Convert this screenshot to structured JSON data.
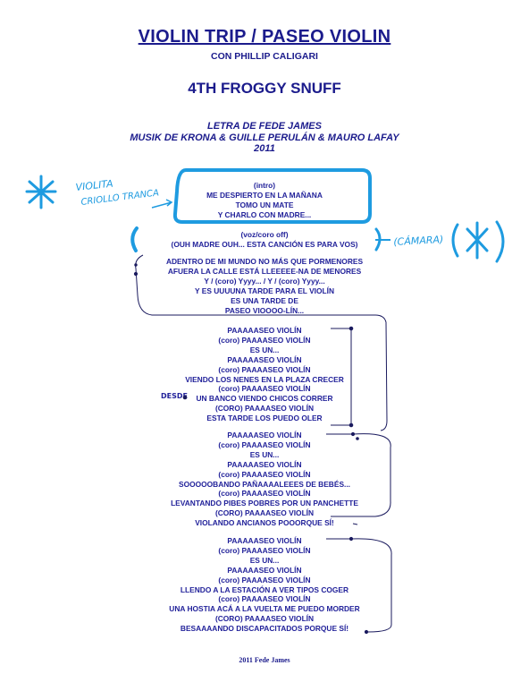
{
  "header": {
    "title": "VIOLIN TRIP / PASEO VIOLIN",
    "subtitle": "CON PHILLIP CALIGARI",
    "album": "4TH FROGGY SNUFF"
  },
  "credits": {
    "line1": "LETRA DE FEDE JAMES",
    "line2": "MUSIK DE KRONA & GUILLE PERULÁN & MAURO LAFAY",
    "line3": "2011"
  },
  "annotations": {
    "left_note_1": "VIOLITA",
    "left_note_2": "CRIOLLO TRANCA",
    "right_note": "(CÁMARA)",
    "margin_note": "DESDE"
  },
  "intro": [
    "(intro)",
    "ME DESPIERTO EN LA MAÑANA",
    "TOMO UN MATE",
    "Y CHARLO CON MADRE..."
  ],
  "voz": [
    "(voz/coro off)",
    "(OUH MADRE OUH... ESTA CANCIÓN ES PARA VOS)"
  ],
  "verse1": [
    "ADENTRO DE MI MUNDO NO MÁS QUE PORMENORES",
    "AFUERA LA CALLE ESTÁ LLEEEEE-NA DE MENORES",
    "Y / (coro) Yyyy... / Y / (coro) Yyyy...",
    "Y ES UUUUNA TARDE PARA EL VIOLÍN",
    "ES UNA TARDE DE",
    "PASEO VIOOOO-LÍN..."
  ],
  "chorus1": [
    "PAAAAASEO VIOLÍN",
    "(coro) PAAAASEO VIOLÍN",
    "ES UN...",
    "PAAAAASEO VIOLÍN",
    "(coro) PAAAASEO VIOLÍN",
    "VIENDO LOS NENES EN LA PLAZA CRECER",
    "(coro) PAAAASEO VIOLÍN",
    "UN BANCO VIENDO CHICOS CORRER",
    "(CORO) PAAAASEO VIOLÍN",
    "ESTA TARDE LOS PUEDO OLER"
  ],
  "chorus2": [
    "PAAAAASEO VIOLÍN",
    "(coro) PAAAASEO VIOLÍN",
    "ES UN...",
    "PAAAAASEO VIOLÍN",
    "(coro) PAAAASEO VIOLÍN",
    "SOOOOOBANDO PAÑAAAALEEES DE BEBÉS...",
    "(coro) PAAAASEO VIOLÍN",
    "LEVANTANDO PIBES POBRES POR UN PANCHETTE",
    "(CORO) PAAAASEO VIOLÍN",
    "VIOLANDO ANCIANOS POOORQUE SÍ!"
  ],
  "chorus3": [
    "PAAAAASEO VIOLÍN",
    "(coro) PAAAASEO VIOLÍN",
    "ES UN...",
    "PAAAAASEO VIOLÍN",
    "(coro) PAAAASEO VIOLÍN",
    "LLENDO A LA ESTACIÓN A VER TIPOS COGER",
    "(coro) PAAAASEO VIOLÍN",
    "UNA HOSTIA ACÁ A LA VUELTA ME PUEDO MORDER",
    "(CORO) PAAAASEO VIOLÍN",
    "BESAAAANDO DISCAPACITADOS PORQUE SÍ!"
  ],
  "footer": "2011 Fede James",
  "colors": {
    "ink": "#1b1b8c",
    "marker": "#1e9be0"
  }
}
